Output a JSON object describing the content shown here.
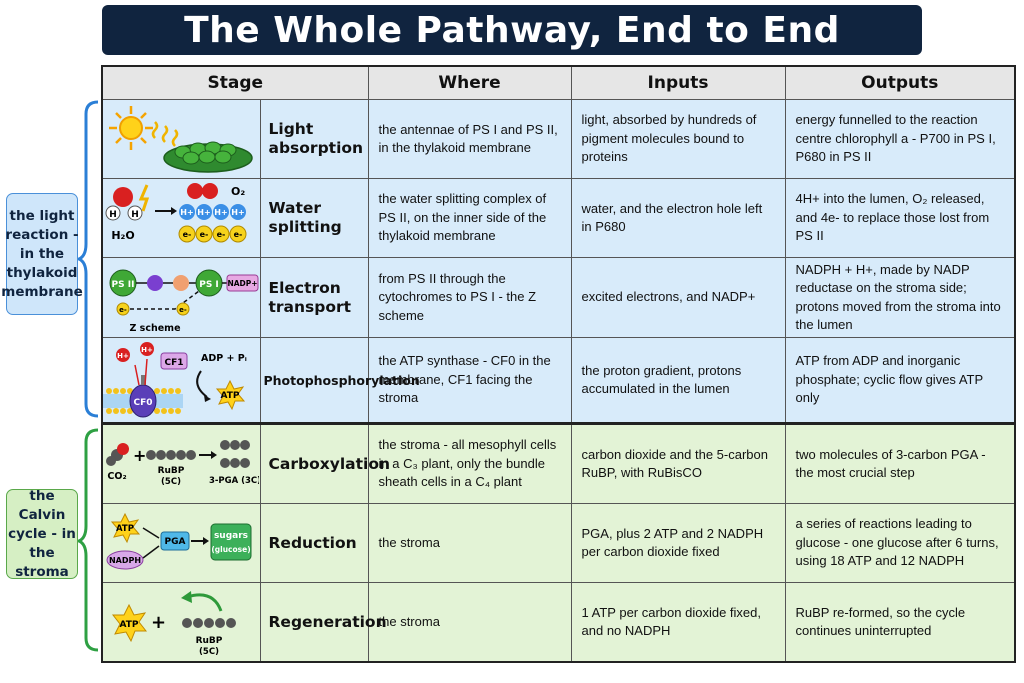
{
  "title": "The Whole Pathway, End to End",
  "groups": {
    "light": "the light reaction - in the thylakoid membrane",
    "calvin": "the Calvin cycle - in the stroma"
  },
  "headers": {
    "stage": "Stage",
    "where": "Where",
    "inputs": "Inputs",
    "outputs": "Outputs"
  },
  "rows": [
    {
      "stage": "Light absorption",
      "where": "the antennae of PS I and PS II, in the thylakoid membrane",
      "inputs": "light, absorbed by hundreds of pigment molecules bound to proteins",
      "outputs": "energy funnelled to the reaction centre chlorophyll a - P700 in PS I, P680 in PS II"
    },
    {
      "stage": "Water splitting",
      "where": "the water splitting complex of PS II, on the inner side of the thylakoid membrane",
      "inputs": "water, and the electron hole left in P680",
      "outputs": "4H+ into the lumen, O₂ released, and 4e- to replace those lost from PS II"
    },
    {
      "stage": "Electron transport",
      "where": "from PS II through the cytochromes to PS I - the Z scheme",
      "inputs": "excited electrons, and NADP+",
      "outputs": "NADPH + H+, made by NADP reductase on the stroma side; protons moved from the stroma into the lumen"
    },
    {
      "stage": "Photophosphorylation",
      "where": "the ATP synthase - CF0 in the membrane, CF1 facing the stroma",
      "inputs": "the proton gradient, protons accumulated in the lumen",
      "outputs": "ATP from ADP and inorganic phosphate; cyclic flow gives ATP only"
    },
    {
      "stage": "Carboxylation",
      "where": "the stroma - all mesophyll cells in a C₃ plant, only the bundle sheath cells in a C₄ plant",
      "inputs": "carbon dioxide and the 5-carbon RuBP, with RuBisCO",
      "outputs": "two molecules of 3-carbon PGA - the most crucial step"
    },
    {
      "stage": "Reduction",
      "where": "the stroma",
      "inputs": "PGA, plus 2 ATP and 2 NADPH per carbon dioxide fixed",
      "outputs": "a series of reactions leading to glucose - one glucose after 6 turns, using 18 ATP and 12 NADPH"
    },
    {
      "stage": "Regeneration",
      "where": "the stroma",
      "inputs": "1 ATP per carbon dioxide fixed, and no NADPH",
      "outputs": "RuBP re-formed, so the cycle continues uninterrupted"
    }
  ],
  "icon_labels": {
    "h2o": "H₂O",
    "o2": "O₂",
    "h": "H",
    "hplus": "H+",
    "eminus": "e-",
    "ps2": "PS II",
    "ps1": "PS I",
    "nadp": "NADP+",
    "zscheme": "Z scheme",
    "cf1": "CF1",
    "cf0": "CF0",
    "adp": "ADP + Pᵢ",
    "atp": "ATP",
    "co2": "CO₂",
    "rubp": "RuBP",
    "five_c": "(5C)",
    "pga": "3-PGA (3C)",
    "nadph": "NADPH",
    "pga_short": "PGA",
    "sugars": "sugars",
    "glucose": "(glucose)"
  }
}
